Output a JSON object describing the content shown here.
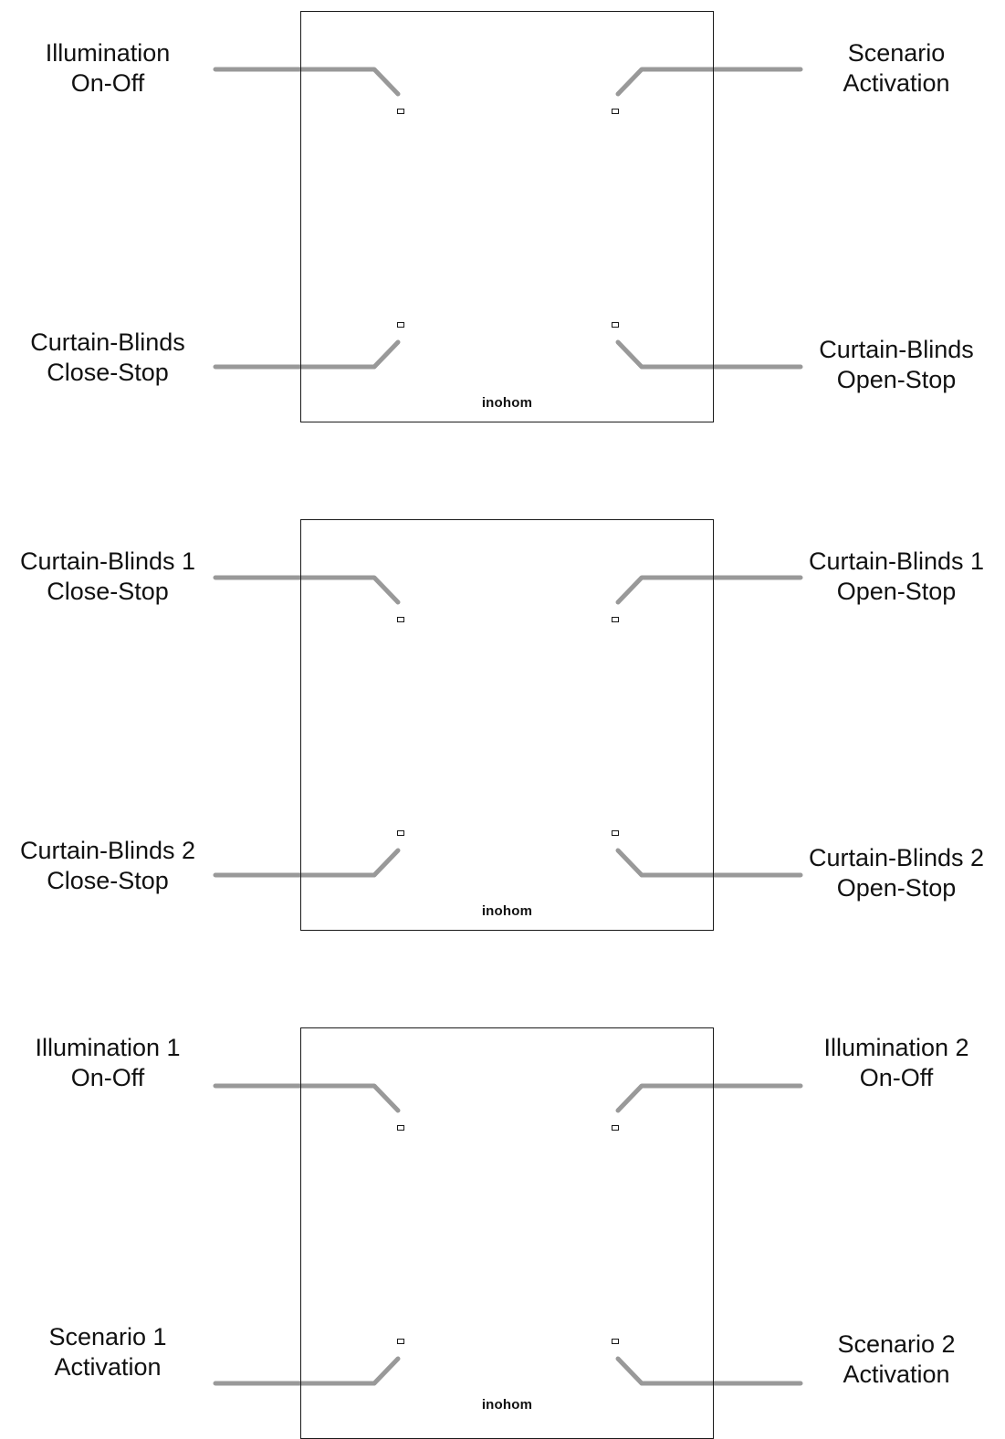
{
  "colors": {
    "connector": "#999999",
    "outline": "#1a1a1a",
    "text": "#111111"
  },
  "panels": [
    {
      "brand": "inohom",
      "buttons": {
        "top_left": [
          "Illumination",
          "On-Off"
        ],
        "top_right": [
          "Scenario",
          "Activation"
        ],
        "bottom_left": [
          "Curtain-Blinds",
          "Close-Stop"
        ],
        "bottom_right": [
          "Curtain-Blinds",
          "Open-Stop"
        ]
      }
    },
    {
      "brand": "inohom",
      "buttons": {
        "top_left": [
          "Curtain-Blinds 1",
          "Close-Stop"
        ],
        "top_right": [
          "Curtain-Blinds 1",
          "Open-Stop"
        ],
        "bottom_left": [
          "Curtain-Blinds 2",
          "Close-Stop"
        ],
        "bottom_right": [
          "Curtain-Blinds 2",
          "Open-Stop"
        ]
      }
    },
    {
      "brand": "inohom",
      "buttons": {
        "top_left": [
          "Illumination 1",
          "On-Off"
        ],
        "top_right": [
          "Illumination 2",
          "On-Off"
        ],
        "bottom_left": [
          "Scenario 1",
          "Activation"
        ],
        "bottom_right": [
          "Scenario 2",
          "Activation"
        ]
      }
    }
  ]
}
